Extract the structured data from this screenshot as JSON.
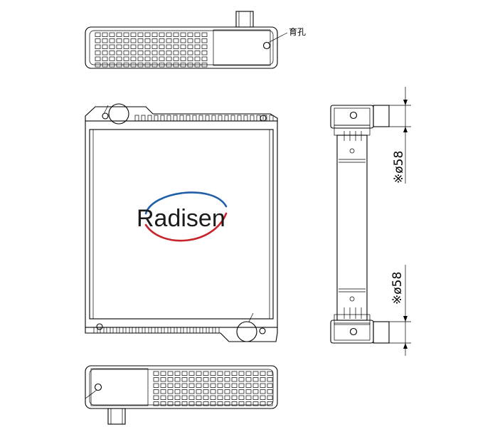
{
  "logo": {
    "text": "Radisen",
    "colors": {
      "swoosh_blue": "#1f5fa8",
      "swoosh_red": "#c8242b",
      "text": "#1b1b1b"
    }
  },
  "annotations": {
    "drain_hole_label": "育孔",
    "pipe_diameter_top": "※ø58",
    "pipe_diameter_bottom": "※ø58"
  },
  "style": {
    "line_color": "#000000",
    "background": "#ffffff"
  }
}
